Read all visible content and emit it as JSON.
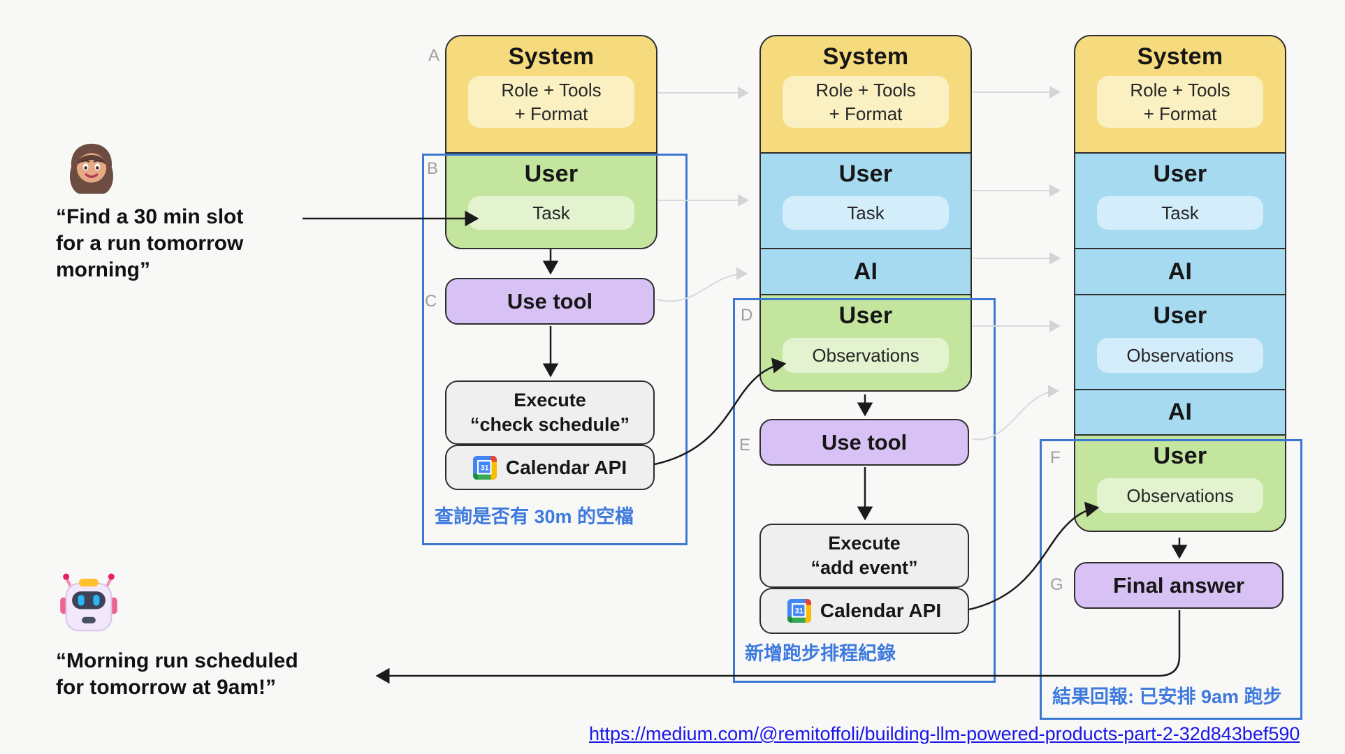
{
  "colors": {
    "system_fill": "#F6DB7E",
    "system_pill_fill": "#FBF0C2",
    "user_green_fill": "#C3E59E",
    "user_green_pill_fill": "#E4F3CF",
    "user_blue_fill": "#A6DAF0",
    "user_blue_pill_fill": "#D4EDFB",
    "tool_purple_fill": "#D8C1F5",
    "execute_gray_fill": "#EFEFEF",
    "step_rect_blue": "#3C78D2",
    "annotation_blue": "#3E7ADE",
    "link_blue": "#1A16E8"
  },
  "actors": {
    "user_quote": {
      "lines": [
        "“Find a 30 min slot",
        "for a run tomorrow",
        "morning”"
      ]
    },
    "assistant_quote": {
      "lines": [
        "“Morning run scheduled",
        "for tomorrow at 9am!”"
      ]
    }
  },
  "step_labels": [
    "A",
    "B",
    "C",
    "D",
    "E",
    "F",
    "G"
  ],
  "icons": {
    "calendar_day": "31"
  },
  "columns": {
    "first": {
      "system": {
        "title": "System",
        "pill_line1": "Role + Tools",
        "pill_line2": "+ Format"
      },
      "user": {
        "title": "User",
        "pill": "Task"
      },
      "use_tool": "Use tool",
      "execute_line1": "Execute",
      "execute_line2": "“check schedule”",
      "calendar_api": "Calendar API",
      "annotation": "查詢是否有 30m 的空檔"
    },
    "second": {
      "system": {
        "title": "System",
        "pill_line1": "Role + Tools",
        "pill_line2": "+ Format"
      },
      "user": {
        "title": "User",
        "pill": "Task"
      },
      "ai": "AI",
      "user_obs": {
        "title": "User",
        "pill": "Observations"
      },
      "use_tool": "Use tool",
      "execute_line1": "Execute",
      "execute_line2": "“add event”",
      "calendar_api": "Calendar API",
      "annotation": "新增跑步排程紀錄"
    },
    "third": {
      "system": {
        "title": "System",
        "pill_line1": "Role + Tools",
        "pill_line2": "+ Format"
      },
      "user": {
        "title": "User",
        "pill": "Task"
      },
      "ai": "AI",
      "user_obs_blue": {
        "title": "User",
        "pill": "Observations"
      },
      "ai2": "AI",
      "user_obs_green": {
        "title": "User",
        "pill": "Observations"
      },
      "final_answer": "Final answer",
      "annotation": "結果回報: 已安排 9am 跑步"
    }
  },
  "footer": {
    "source_url": "https://medium.com/@remitoffoli/building-llm-powered-products-part-2-32d843bef590"
  }
}
